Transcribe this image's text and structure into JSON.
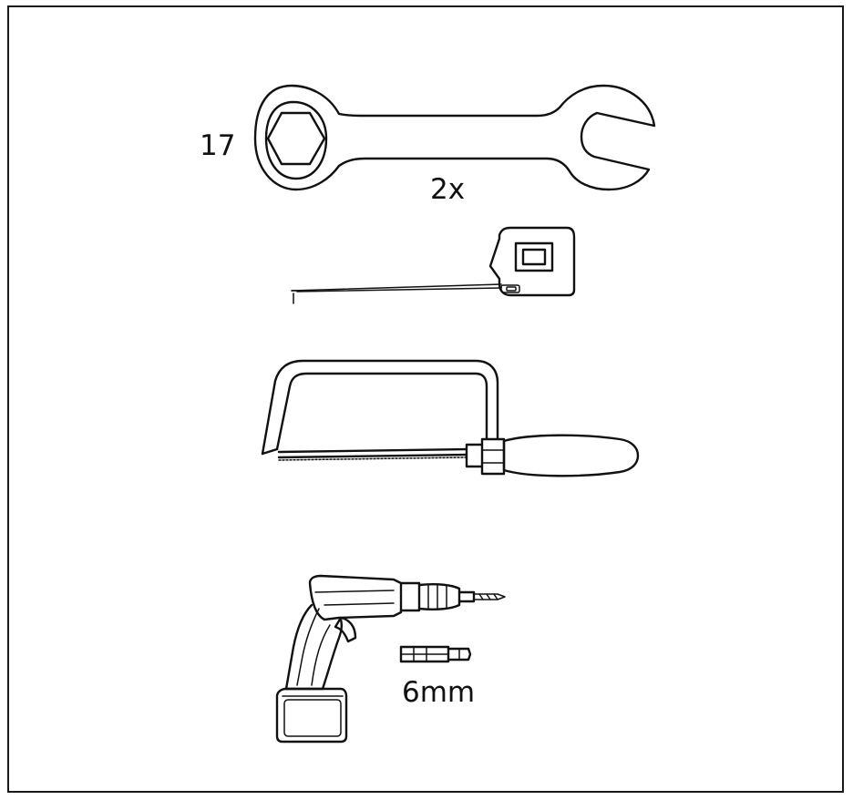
{
  "labels": {
    "wrench_size": "17",
    "wrench_quantity": "2x",
    "bit_size": "6mm"
  },
  "tools": [
    {
      "icon": "open-ring-wrench-icon"
    },
    {
      "icon": "tape-measure-icon"
    },
    {
      "icon": "hacksaw-icon"
    },
    {
      "icon": "cordless-drill-icon"
    },
    {
      "icon": "hex-bit-icon"
    }
  ]
}
